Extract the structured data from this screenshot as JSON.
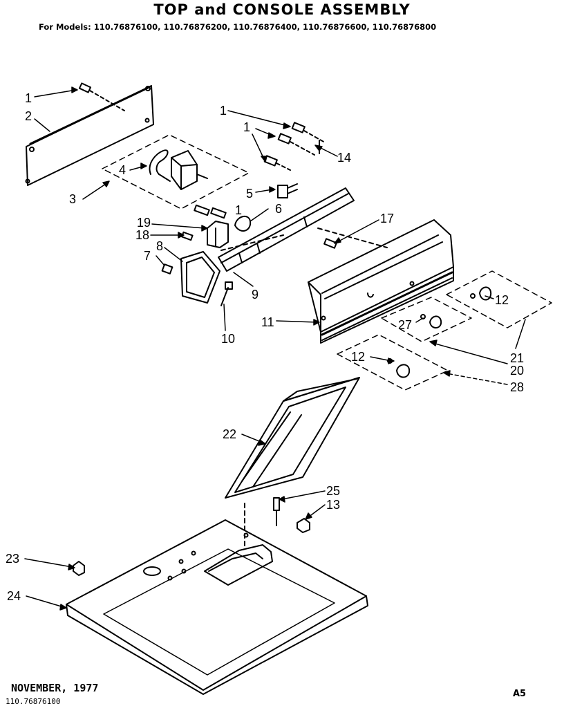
{
  "header": {
    "title": "TOP and CONSOLE ASSEMBLY",
    "models": "For Models: 110.76876100, 110.76876200, 110.76876400, 110.76876600, 110.76876800"
  },
  "footer": {
    "date": "NOVEMBER, 1977",
    "page_code": "A5",
    "cut_text": "110.76876100"
  },
  "callouts": {
    "c1a": "1",
    "c1b": "1",
    "c1c": "1",
    "c1d": "1",
    "c2": "2",
    "c3": "3",
    "c4": "4",
    "c5": "5",
    "c6": "6",
    "c7": "7",
    "c8": "8",
    "c9": "9",
    "c10": "10",
    "c11": "11",
    "c12a": "12",
    "c12b": "12",
    "c13": "13",
    "c14": "14",
    "c17": "17",
    "c18": "18",
    "c19": "19",
    "c20": "20",
    "c21": "21",
    "c22": "22",
    "c23": "23",
    "c24": "24",
    "c25": "25",
    "c27": "27",
    "c28": "28"
  }
}
